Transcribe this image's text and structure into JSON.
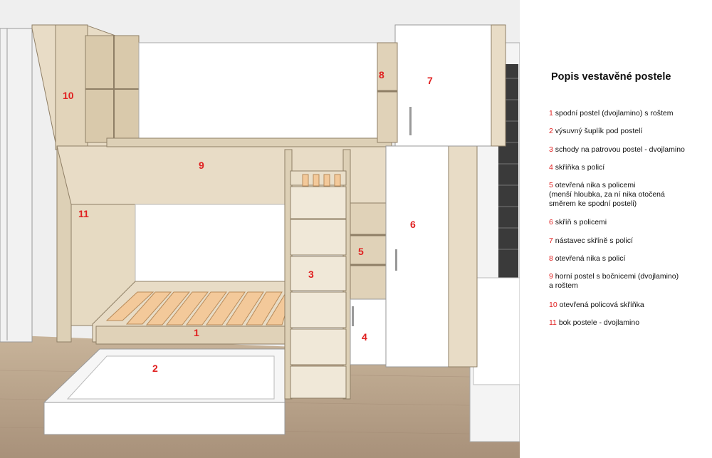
{
  "diagram": {
    "labels": [
      "1",
      "2",
      "3",
      "4",
      "5",
      "6",
      "7",
      "8",
      "9",
      "10",
      "11"
    ]
  },
  "legend": {
    "title": "Popis vestavěné postele",
    "items": [
      {
        "num": "1",
        "text": "spodní postel (dvojlamino) s roštem"
      },
      {
        "num": "2",
        "text": "výsuvný šuplík pod postelí"
      },
      {
        "num": "3",
        "text": "schody na patrovou postel - dvojlamino"
      },
      {
        "num": "4",
        "text": "skříňka s policí"
      },
      {
        "num": "5",
        "text": "otevřená nika s policemi\n(menší hloubka, za ní nika otočená\nsměrem ke spodní posteli)"
      },
      {
        "num": "6",
        "text": "skříň s policemi"
      },
      {
        "num": "7",
        "text": "nástavec skříně s policí"
      },
      {
        "num": "8",
        "text": "otevřená nika s policí"
      },
      {
        "num": "9",
        "text": "horní postel s bočnicemi (dvojlamino)\na roštem"
      },
      {
        "num": "10",
        "text": "otevřená policová skříňka"
      },
      {
        "num": "11",
        "text": "bok postele - dvojlamino"
      }
    ]
  },
  "colors": {
    "wood": "#e8dcc6",
    "wood_dark": "#d6c6a8",
    "slat": "#f3c99a",
    "white_board": "#ffffff",
    "wall": "#eeeeee",
    "floor": "#b59f86",
    "label_red": "#e02020"
  }
}
